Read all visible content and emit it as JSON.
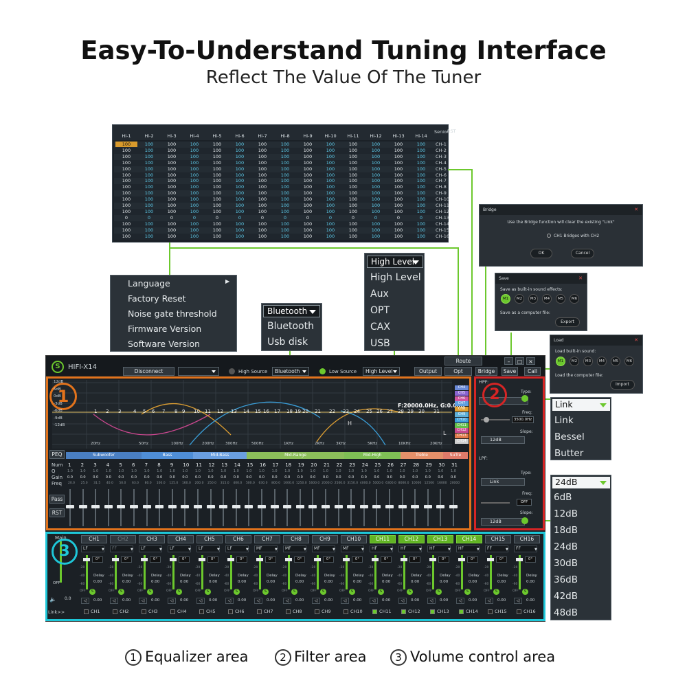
{
  "header": {
    "title": "Easy-To-Understand Tuning Interface",
    "subtitle": "Reflect The Value Of The Tuner"
  },
  "matrix": {
    "columns": [
      "Hi-1",
      "Hi-2",
      "Hi-3",
      "Hi-4",
      "Hi-5",
      "Hi-6",
      "Hi-7",
      "Hi-8",
      "Hi-9",
      "Hi-10",
      "Hi-11",
      "Hi-12",
      "Hi-13",
      "Hi-14"
    ],
    "senior": "Senior",
    "rst": "RST",
    "rows": [
      "CH-1",
      "CH-2",
      "CH-3",
      "CH-4",
      "CH-5",
      "CH-6",
      "CH-7",
      "CH-8",
      "CH-9",
      "CH-10",
      "CH-11",
      "CH-12",
      "CH-13",
      "CH-14",
      "CH-15",
      "CH-16"
    ],
    "value": "100",
    "zero_value": "0",
    "zero_row": "CH-13"
  },
  "opt_menu": {
    "items": [
      "Language",
      "Factory Reset",
      "Noise gate threshold",
      "Firmware Version",
      "Software Version"
    ]
  },
  "high_source_menu": {
    "selected": "Bluetooth",
    "items": [
      "Bluetooth",
      "Usb disk"
    ]
  },
  "low_source_menu": {
    "selected": "High Level",
    "items": [
      "High Level",
      "Aux",
      "OPT",
      "CAX",
      "USB"
    ]
  },
  "bridge_dialog": {
    "title": "Bridge",
    "message": "Use the Bridge function will clear the existing \"Link\"",
    "option": "CH1 Bridges with CH2",
    "ok": "OK",
    "cancel": "Cancel"
  },
  "save_dialog": {
    "title": "Save",
    "label1": "Save as built-in sound effects:",
    "slots": [
      "M1",
      "M2",
      "M3",
      "M4",
      "M5",
      "M6"
    ],
    "label2": "Save as a computer file:",
    "button": "Export"
  },
  "load_dialog": {
    "title": "Load",
    "label1": "Load built-in sound:",
    "slots": [
      "M1",
      "M2",
      "M3",
      "M4",
      "M5",
      "M6"
    ],
    "label2": "Load the computer file:",
    "button": "Import"
  },
  "type_menu": {
    "selected": "Link",
    "items": [
      "Link",
      "Bessel",
      "Butter"
    ]
  },
  "slope_menu": {
    "selected": "24dB",
    "items": [
      "6dB",
      "12dB",
      "18dB",
      "24dB",
      "30dB",
      "36dB",
      "42dB",
      "48dB"
    ]
  },
  "app": {
    "name": "HIFI-X14",
    "disconnect": "Disconnect",
    "high_source_label": "High Source",
    "high_source_value": "Bluetooth",
    "low_source_label": "Low Source",
    "low_source_value": "High Level",
    "route": "Route",
    "output": "Output",
    "opt": "Opt",
    "bridge": "Bridge",
    "save": "Save",
    "call": "Call",
    "eq": {
      "db_labels": [
        "12dB",
        "6dB",
        "0dB",
        "-3dB",
        "-6dB",
        "-9dB",
        "-12dB"
      ],
      "freq_labels": [
        "20Hz",
        "50Hz",
        "100Hz",
        "200Hz",
        "300Hz",
        "500Hz",
        "1KHz",
        "2KHz",
        "3KHz",
        "5KHz",
        "10KHz",
        "20KHz"
      ],
      "readout": "F:20000.0Hz, G:0.0dB",
      "ch_tags": [
        "CH4",
        "CH5",
        "CH6",
        "CH7",
        "CH8",
        "CH9",
        "CH10",
        "CH11",
        "CH12",
        "CH13",
        "CH14"
      ],
      "h_marker": "H",
      "l_marker": "L",
      "peq": "PEQ",
      "pass": "Pass",
      "rst": "RST",
      "bands": [
        "Subwoofer",
        "Bass",
        "Mid-Bass",
        "Mid-Range",
        "Mid-High",
        "Treble",
        "SuTre"
      ],
      "row_labels": [
        "Num",
        "Q",
        "Gain",
        "Freq"
      ],
      "q_value": "1.0",
      "gain_value": "0.0",
      "freqs": [
        "20.0",
        "25.0",
        "31.5",
        "40.0",
        "50.0",
        "63.0",
        "80.0",
        "100.0",
        "125.0",
        "160.0",
        "200.0",
        "250.0",
        "315.0",
        "400.0",
        "500.0",
        "630.0",
        "800.0",
        "1000.0",
        "1250.0",
        "1600.0",
        "2000.0",
        "2500.0",
        "3150.0",
        "4000.0",
        "5000.0",
        "6300.0",
        "8000.0",
        "10000",
        "12500",
        "16000",
        "20000"
      ]
    },
    "filter": {
      "hpf": "HPF:",
      "lpf": "LPF:",
      "type_label": "Type:",
      "freq_label": "Freq:",
      "slope_label": "Slope:",
      "hp_freq": "3500.0Hz",
      "lp_freq": "OFF",
      "hp_slope": "12dB",
      "lp_type": "Link",
      "lp_slope": "12dB"
    },
    "volume": {
      "main": "Main",
      "off": "OFF",
      "master_value": "0.0",
      "link": "Link>>",
      "channels": [
        "CH1",
        "CH2",
        "CH3",
        "CH4",
        "CH5",
        "CH6",
        "CH7",
        "CH8",
        "CH9",
        "CH10",
        "CH11",
        "CH12",
        "CH13",
        "CH14",
        "CH15",
        "CH16"
      ],
      "filters": [
        "LF",
        "FF",
        "LF",
        "LF",
        "LF",
        "LF",
        "MF",
        "MF",
        "MF",
        "MF",
        "HF",
        "HF",
        "HF",
        "HF",
        "FF",
        "FF"
      ],
      "active": [
        false,
        false,
        false,
        false,
        false,
        false,
        false,
        false,
        false,
        false,
        true,
        true,
        true,
        true,
        false,
        false
      ],
      "phase": "0°",
      "delay": "Delay",
      "delay_value": "0.00",
      "db_marks": [
        "-20",
        "-40",
        "-60"
      ]
    }
  },
  "numbers": {
    "eq": "1",
    "filter": "2",
    "volume": "3"
  },
  "legend": [
    {
      "num": "1",
      "text": "Equalizer area"
    },
    {
      "num": "2",
      "text": "Filter area"
    },
    {
      "num": "3",
      "text": "Volume control area"
    }
  ]
}
